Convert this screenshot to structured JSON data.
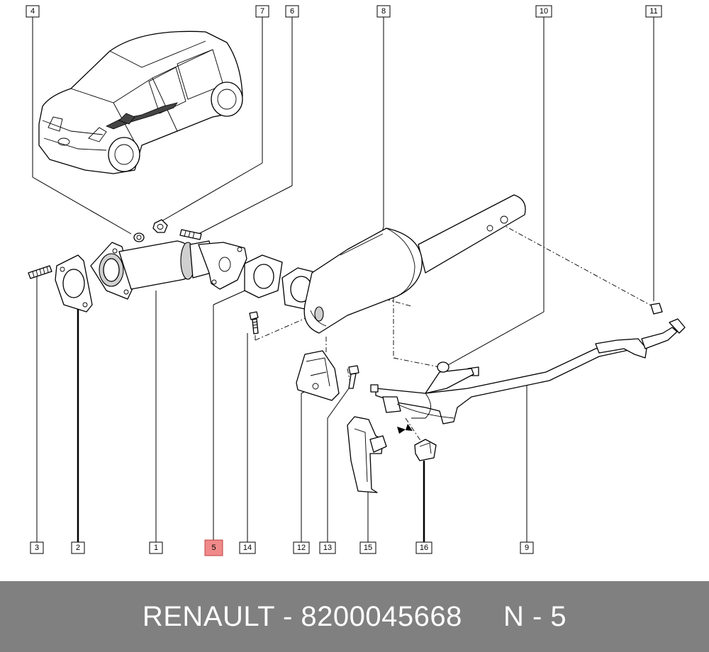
{
  "callouts": {
    "c1": "1",
    "c2": "2",
    "c3": "3",
    "c4": "4",
    "c5": "5",
    "c6": "6",
    "c7": "7",
    "c8": "8",
    "c9": "9",
    "c10": "10",
    "c11": "11",
    "c12": "12",
    "c13": "13",
    "c14": "14",
    "c15": "15",
    "c16": "16"
  },
  "highlighted_callout": "5",
  "colors": {
    "footer_bg": "#808080",
    "highlight": "#f08a8a",
    "footer_text": "#ffffff"
  },
  "footer": {
    "text": "RENAULT - 8200045668     N - 5"
  }
}
